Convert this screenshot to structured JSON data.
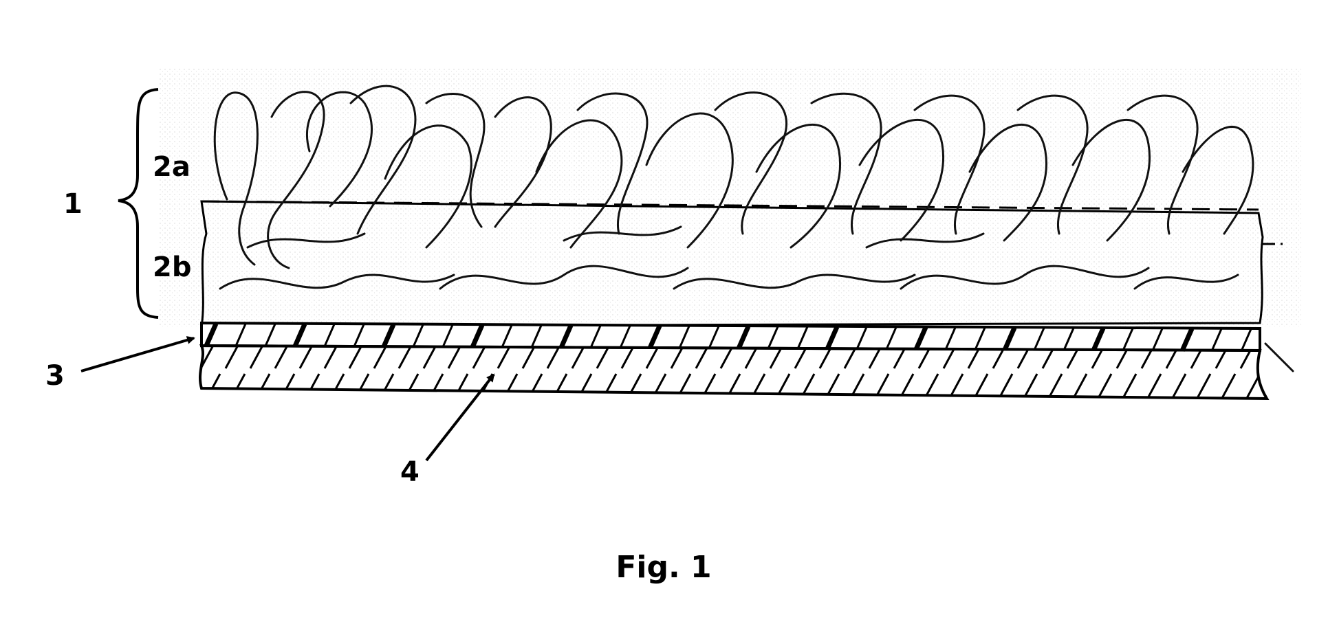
{
  "figure": {
    "caption": "Fig. 1",
    "labels": {
      "ref_1": "1",
      "ref_2a": "2a",
      "ref_2b": "2b",
      "ref_3": "3",
      "ref_4": "4"
    }
  }
}
